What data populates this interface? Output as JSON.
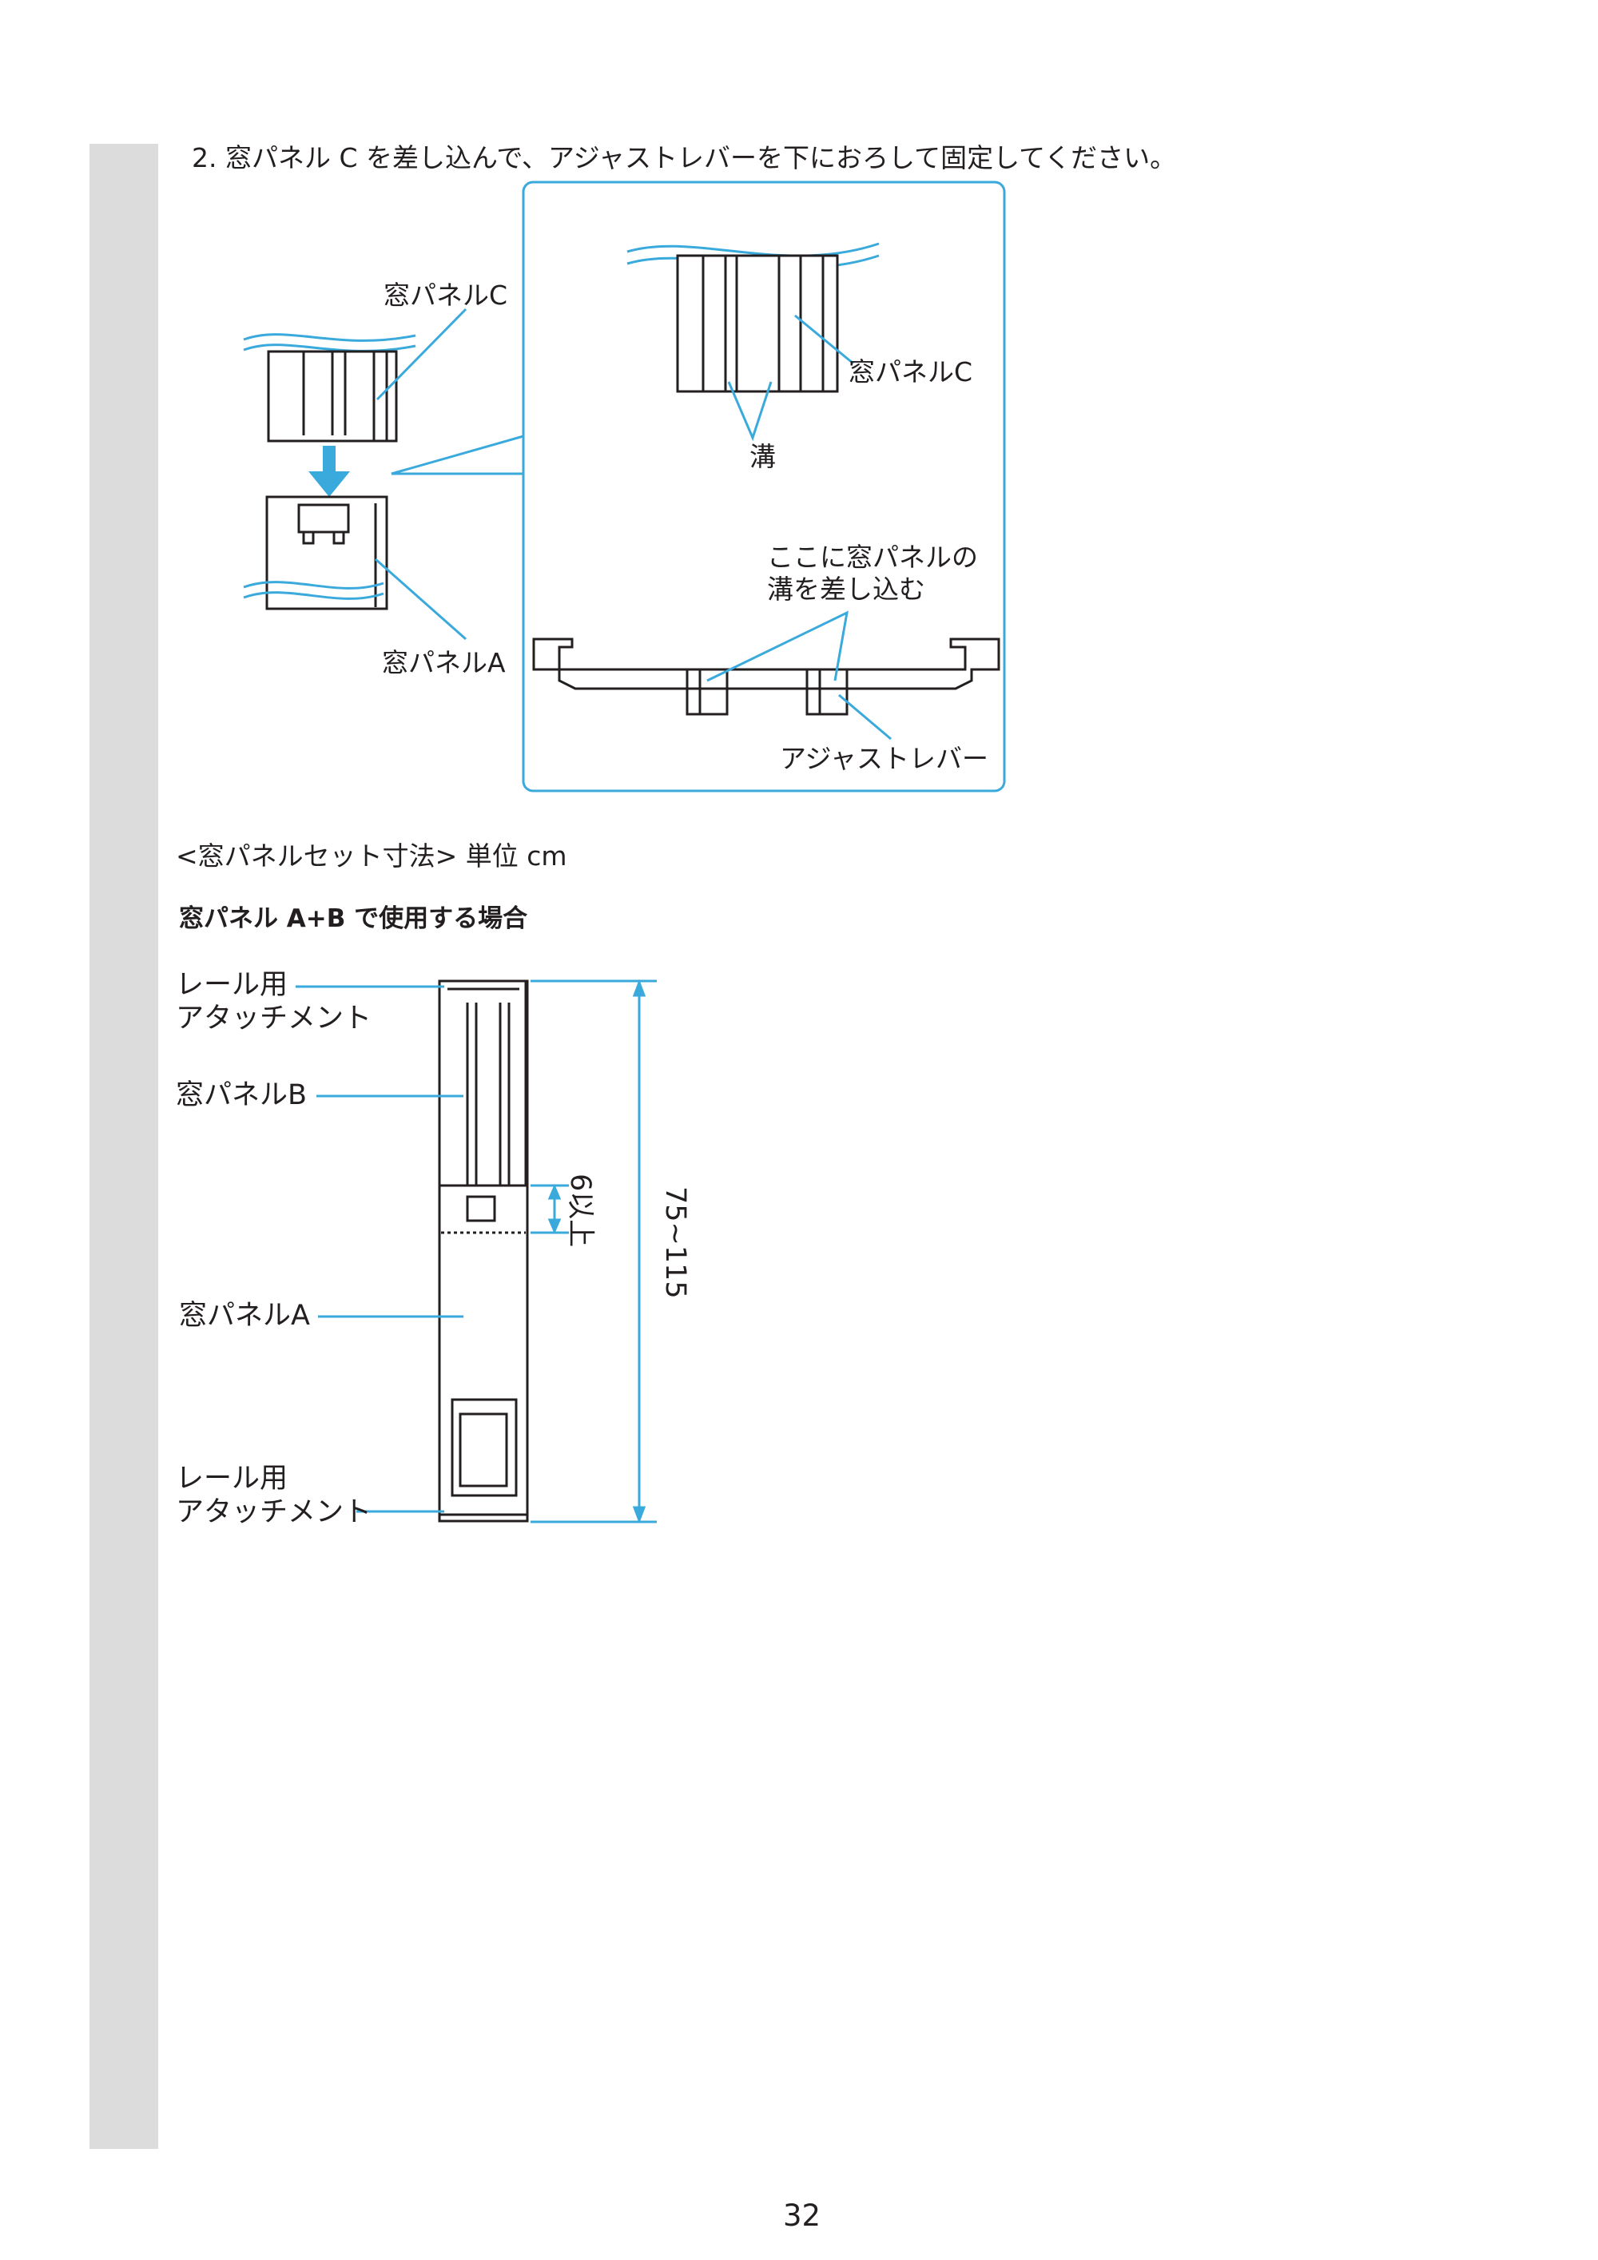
{
  "page": {
    "step_text": "2.  窓パネル C を差し込んで、アジャストレバーを下におろして固定してください。",
    "page_number": "32"
  },
  "figure_install": {
    "labels": {
      "panel_c_left": "窓パネルC",
      "panel_a": "窓パネルA",
      "panel_c_detail": "窓パネルC",
      "groove": "溝",
      "insert_note_line1": "ここに窓パネルの",
      "insert_note_line2": "溝を差し込む",
      "adjust_lever": "アジャストレバー"
    }
  },
  "dimensions_section": {
    "heading": "<窓パネルセット寸法>  単位 cm",
    "subheading": "窓パネル A+B で使用する場合",
    "labels": {
      "rail_attachment_top_line1": "レール用",
      "rail_attachment_top_line2": "アタッチメント",
      "panel_b": "窓パネルB",
      "panel_a": "窓パネルA",
      "rail_attachment_bottom_line1": "レール用",
      "rail_attachment_bottom_line2": "アタッチメント",
      "overlap": "6以上",
      "total_height": "75~115"
    }
  },
  "colors": {
    "accent": "#3aa9dc",
    "line": "#231f20",
    "sidebar": "#dcdcdc"
  }
}
